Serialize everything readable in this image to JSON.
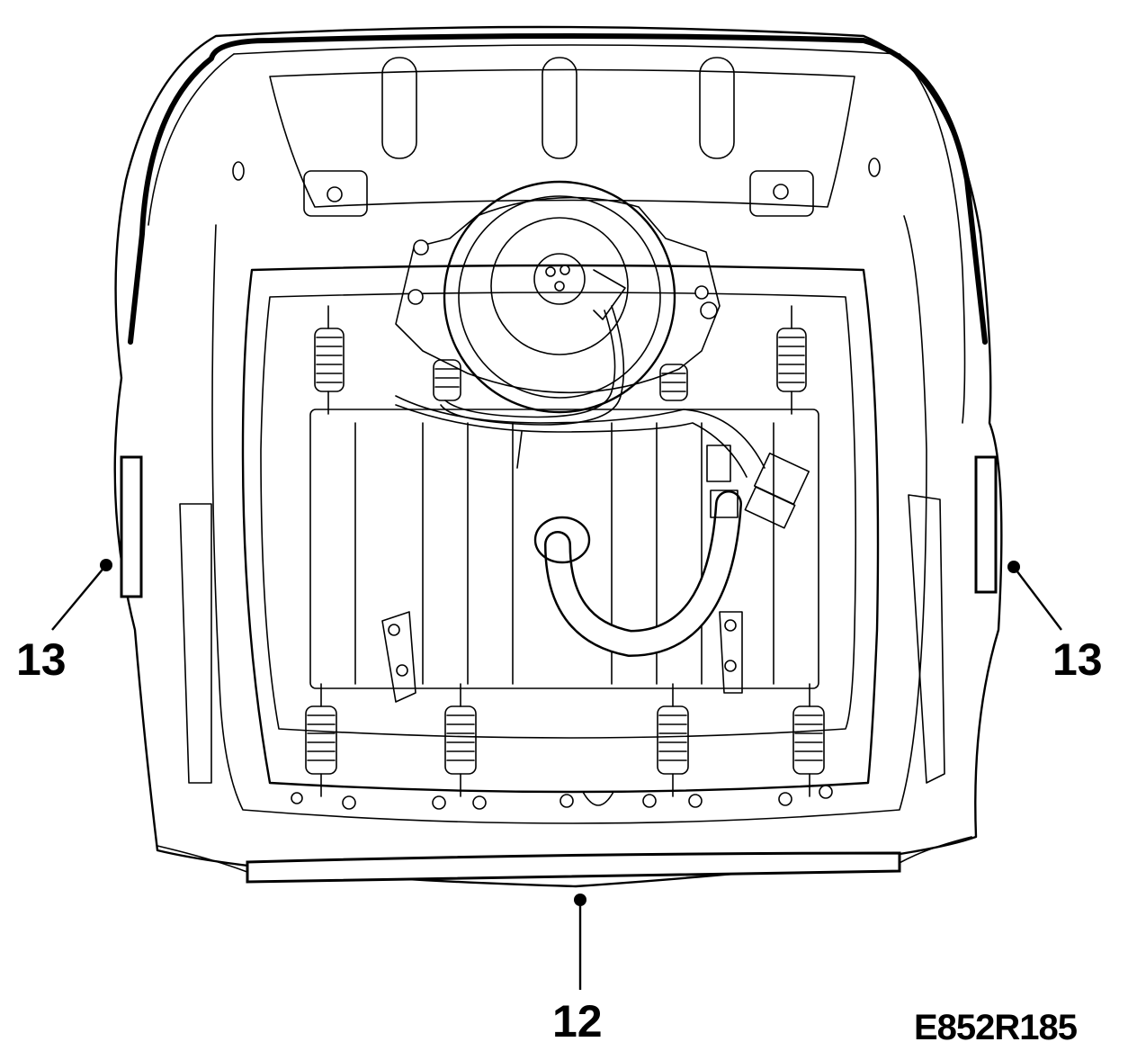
{
  "diagram": {
    "reference_code": "E852R185",
    "callouts": [
      {
        "id": "left-side-seal",
        "label": "13"
      },
      {
        "id": "right-side-seal",
        "label": "13"
      },
      {
        "id": "front-edge-seal",
        "label": "12"
      }
    ]
  }
}
